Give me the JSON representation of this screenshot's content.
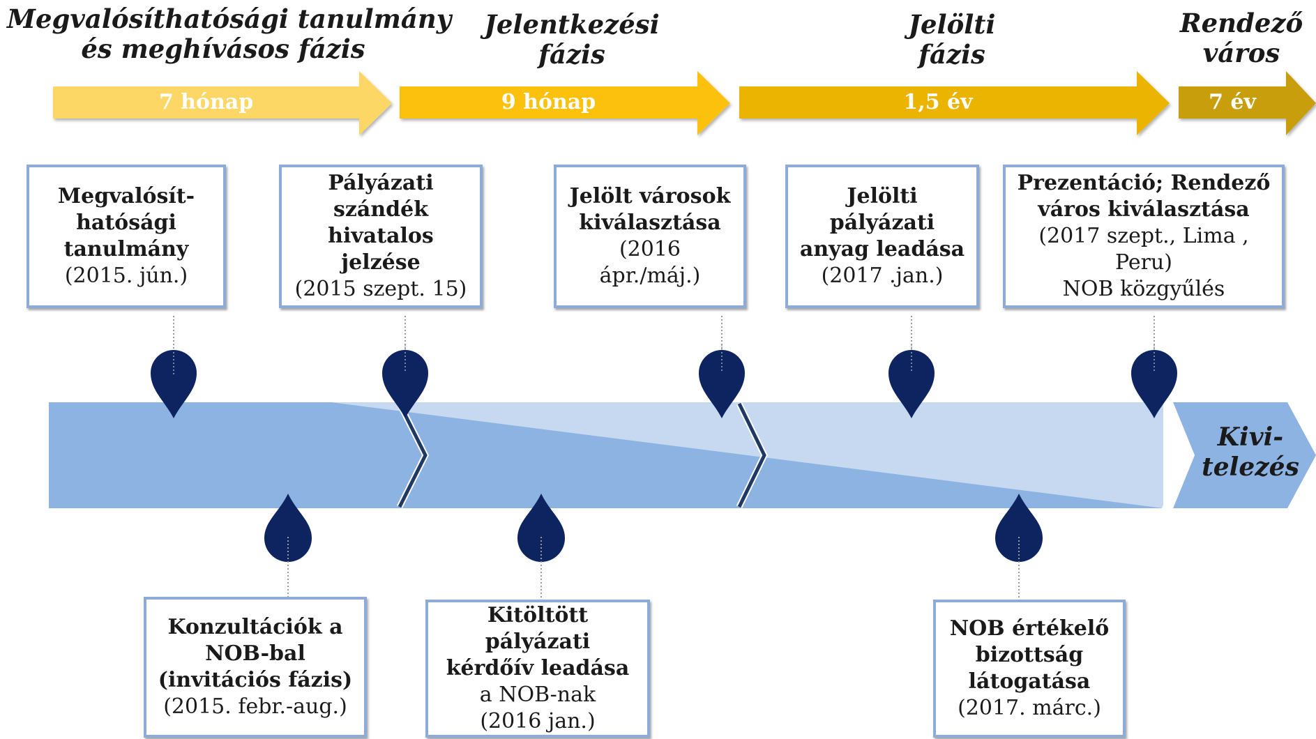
{
  "phases": [
    {
      "title_lines": [
        "Megvalósíthatósági tanulmány",
        "és meghívásos fázis"
      ],
      "duration": "7 hónap",
      "color": "#fdd766"
    },
    {
      "title_lines": [
        "Jelentkezési",
        "fázis"
      ],
      "duration": "9 hónap",
      "color": "#fcc10a"
    },
    {
      "title_lines": [
        "Jelölti",
        "fázis"
      ],
      "duration": "1,5 év",
      "color": "#ebb402"
    },
    {
      "title_lines": [
        "Rendező",
        "város"
      ],
      "duration": "7 év",
      "color": "#c99e09"
    }
  ],
  "top_milestones": [
    {
      "bold_lines": [
        "Megvalósít-",
        "hatósági",
        "tanulmány"
      ],
      "normal_lines": [
        "(2015. jún.)"
      ]
    },
    {
      "bold_lines": [
        "Pályázati",
        "szándék",
        "hivatalos",
        "jelzése"
      ],
      "normal_lines": [
        "(2015 szept. 15)"
      ]
    },
    {
      "bold_lines": [
        "Jelölt városok",
        "kiválasztása"
      ],
      "normal_lines": [
        "(2016",
        "ápr./máj.)"
      ]
    },
    {
      "bold_lines": [
        "Jelölti",
        "pályázati",
        "anyag leadása"
      ],
      "normal_lines": [
        "(2017 .jan.)"
      ]
    },
    {
      "bold_lines": [
        "Prezentáció; Rendező",
        "város kiválasztása"
      ],
      "normal_lines": [
        "(2017  szept., Lima ,",
        "Peru)",
        "NOB közgyűlés"
      ]
    }
  ],
  "bottom_milestones": [
    {
      "bold_lines": [
        "Konzultációk a",
        "NOB-bal",
        "(invitációs fázis)"
      ],
      "normal_lines": [
        "(2015. febr.-aug.)"
      ]
    },
    {
      "bold_lines": [
        "Kitöltött",
        "pályázati",
        "kérdőív leadása"
      ],
      "normal_lines": [
        "a NOB-nak",
        "(2016  jan.)"
      ]
    },
    {
      "bold_lines": [
        "NOB értékelő",
        "bizottság",
        "látogatása"
      ],
      "normal_lines": [
        "(2017. márc.)"
      ]
    }
  ],
  "final_stage": {
    "lines": [
      "Kivi-",
      "telezés"
    ]
  },
  "colors": {
    "pin": "#0d2461",
    "band_dark": "#8db3e2",
    "band_light": "#c6d9f1",
    "box_border": "#8eaad6",
    "chevron": "#1f3864"
  }
}
